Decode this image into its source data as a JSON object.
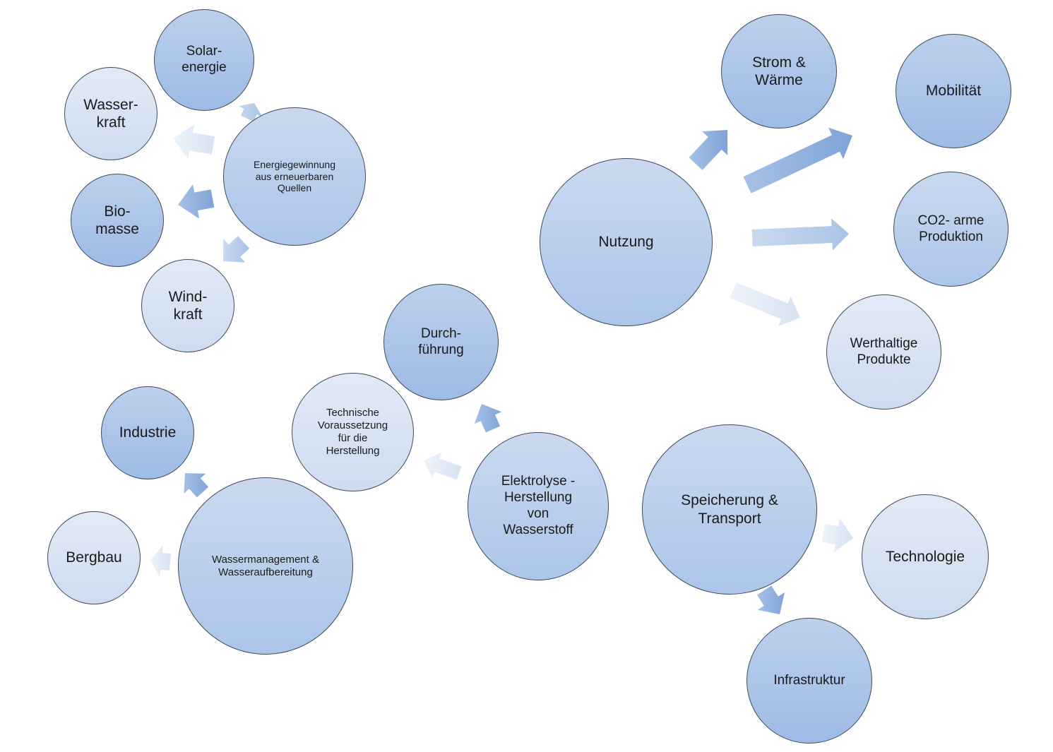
{
  "nodes": {
    "solarenergie": "Solar-\nenergie",
    "wasserkraft": "Wasser-\nkraft",
    "energiegewinnung": "Energiegewinnung\naus erneuerbaren\nQuellen",
    "biomasse": "Bio-\nmasse",
    "windkraft": "Wind-\nkraft",
    "durchfuehrung": "Durch-\nführung",
    "technische_voraussetzung": "Technische\nVoraussetzung\nfür die\nHerstellung",
    "industrie": "Industrie",
    "bergbau": "Bergbau",
    "wassermanagement": "Wassermanagement &\nWasseraufbereitung",
    "elektrolyse": "Elektrolyse -\nHerstellung\nvon\nWasserstoff",
    "nutzung": "Nutzung",
    "strom_waerme": "Strom &\nWärme",
    "mobilitaet": "Mobilität",
    "co2_arme_produktion": "CO2- arme\nProduktion",
    "werthaltige_produkte": "Werthaltige\nProdukte",
    "speicherung_transport": "Speicherung &\nTransport",
    "technologie": "Technologie",
    "infrastruktur": "Infrastruktur"
  },
  "colors": {
    "arrow_dark": "#8fb0dc",
    "arrow_light": "#dde7f5",
    "node_border": "#3e4b5c"
  }
}
